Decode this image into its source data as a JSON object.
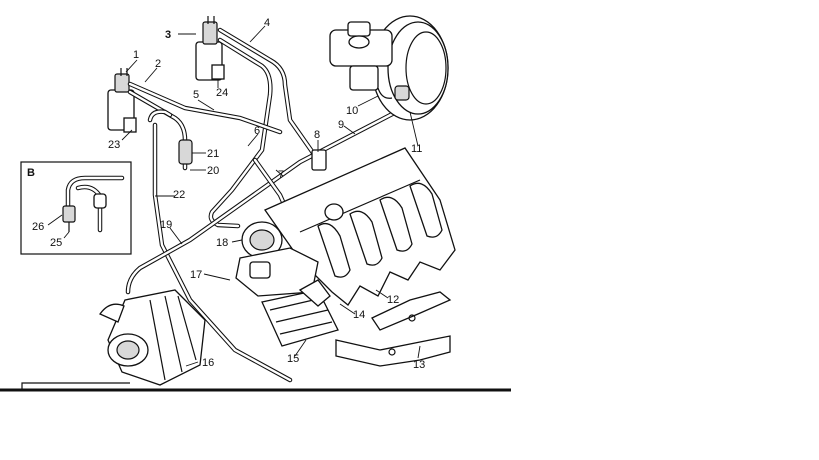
{
  "diagram": {
    "callouts": [
      "1",
      "2",
      "3",
      "4",
      "5",
      "6",
      "7",
      "8",
      "9",
      "10",
      "11",
      "12",
      "13",
      "14",
      "15",
      "16",
      "17",
      "18",
      "19",
      "20",
      "21",
      "22",
      "23",
      "24",
      "25",
      "26"
    ],
    "inset_label": "B"
  }
}
